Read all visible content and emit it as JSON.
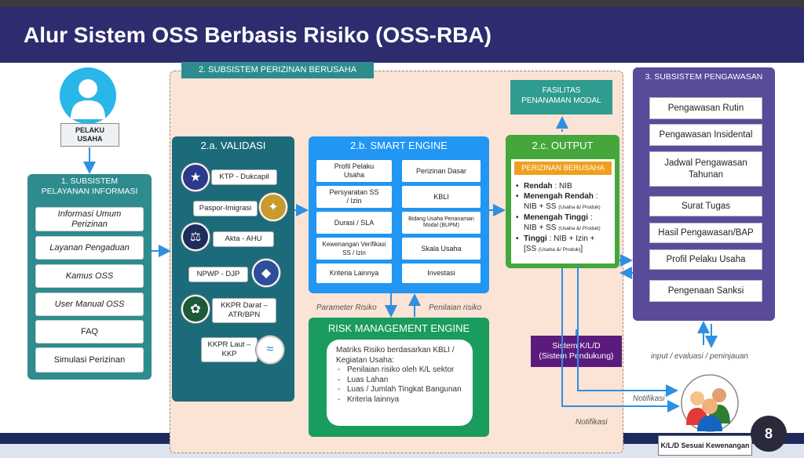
{
  "title": "Alur Sistem OSS Berbasis Risiko (OSS-RBA)",
  "actor": {
    "label_line1": "PELAKU",
    "label_line2": "USAHA"
  },
  "subsystem1": {
    "title_line1": "1. SUBSISTEM",
    "title_line2": "PELAYANAN INFORMASI",
    "items": [
      "Informasi Umum Perizinan",
      "Layanan Pengaduan",
      "Kamus OSS",
      "User Manual OSS",
      "FAQ",
      "Simulasi Perizinan"
    ]
  },
  "subsystem2": {
    "title": "2. SUBSISTEM PERIZINAN BERUSAHA"
  },
  "validasi": {
    "title": "2.a. VALIDASI",
    "items": [
      {
        "label": "KTP - Dukcapil",
        "icon": "dukcapil-seal-icon"
      },
      {
        "label": "Paspor-Imigrasi",
        "icon": "imigrasi-seal-icon"
      },
      {
        "label": "Akta - AHU",
        "icon": "ahu-seal-icon"
      },
      {
        "label": "NPWP - DJP",
        "icon": "djp-seal-icon"
      },
      {
        "label_line1": "KKPR Darat –",
        "label_line2": "ATR/BPN",
        "icon": "atr-bpn-seal-icon"
      },
      {
        "label_line1": "KKPR Laut –",
        "label_line2": "KKP",
        "icon": "kkp-seal-icon"
      }
    ]
  },
  "smart_engine": {
    "title": "2.b. SMART ENGINE",
    "left": [
      "Profil Pelaku Usaha",
      "Persyaratan SS / Izin",
      "Durasi / SLA",
      "Kewenangan Verifikasi SS / Izin",
      "Kriteria Lainnya"
    ],
    "right": [
      "Perizinan Dasar",
      "KBLI",
      "Bidang Usaha Penanaman Modal (BUPM)",
      "Skala Usaha",
      "Investasi"
    ]
  },
  "flow_labels": {
    "parameter": "Parameter Risiko",
    "penilaian": "Penilaian risiko",
    "notifikasi1": "Notifikasi",
    "notifikasi2": "Notifikasi",
    "input": "input / evaluasi / peninjauan"
  },
  "risk_engine": {
    "title": "RISK MANAGEMENT ENGINE",
    "intro": "Matriks Risiko berdasarkan KBLI / Kegiatan Usaha:",
    "items": [
      "Penilaian risiko oleh K/L sektor",
      "Luas Lahan",
      "Luas / Jumlah Tingkat Bangunan",
      "Kriteria lainnya"
    ]
  },
  "fasilitas": {
    "line1": "FASILITAS",
    "line2": "PENANAMAN MODAL"
  },
  "output": {
    "title": "2.c. OUTPUT",
    "subtitle": "PERIZINAN BERUSAHA",
    "rendah_key": "Rendah",
    "rendah_val": ": NIB",
    "mr_key": "Menengah Rendah",
    "mr_val": ":",
    "mr_line2": "NIB + SS",
    "mr_small": "(Usaha &/ Produk)",
    "mt_key": "Menengah Tinggi",
    "mt_val": ":",
    "mt_line2": "NIB + SS",
    "mt_small": "(Usaha &/ Produk)",
    "t_key": "Tinggi",
    "t_val": ": NIB + Izin +",
    "t_line2": "[SS",
    "t_small": "(Usaha &/ Produk)",
    "t_close": "]"
  },
  "sistem_kld": {
    "line1": "Sistem K/L/D",
    "line2": "(Sistem Pendukung)"
  },
  "subsystem3": {
    "title": "3. SUBSISTEM PENGAWASAN",
    "items": [
      "Pengawasan Rutin",
      "Pengawasan Insidental",
      "Jadwal Pengawasan Tahunan",
      "Surat Tugas",
      "Hasil Pengawasan/BAP",
      "Profil Pelaku Usaha",
      "Pengenaan Sanksi"
    ]
  },
  "kld": {
    "label": "K/L/D Sesuai Kewenangan"
  },
  "page_number": "8",
  "colors": {
    "header": "#2d2c6e",
    "teal": "#2e8c8e",
    "validasi": "#1b6b7a",
    "smart_engine": "#2196f3",
    "risk_engine": "#1a9c5e",
    "output": "#45a73b",
    "output_subtitle": "#f0a020",
    "pengawasan": "#5a4a9a",
    "sistem_kld": "#5b1b7e",
    "peach": "#fbe3d5",
    "arrow": "#2f8fe0"
  }
}
